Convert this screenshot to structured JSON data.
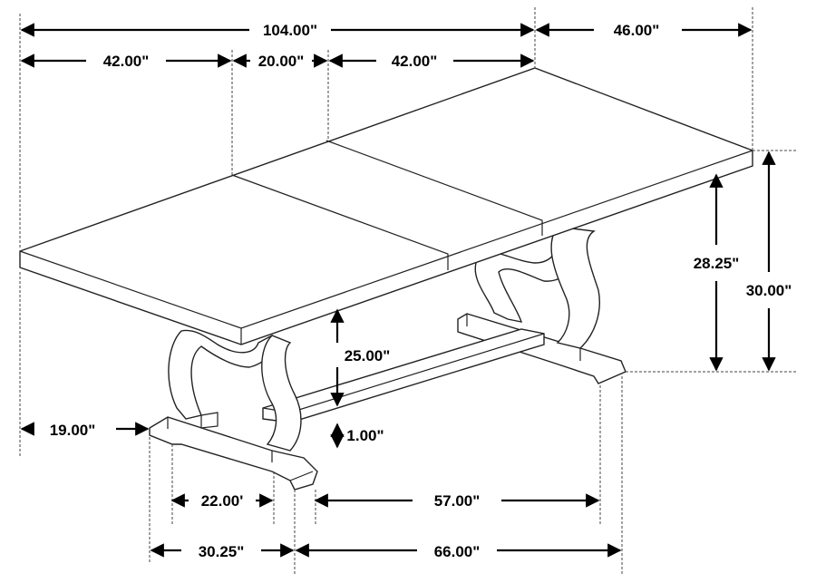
{
  "dimensions": {
    "overall_length": "104.00\"",
    "width": "46.00\"",
    "left_section": "42.00\"",
    "leaf": "20.00\"",
    "right_section": "42.00\"",
    "overall_height": "30.00\"",
    "apron_height": "28.25\"",
    "under_table_clearance": "25.00\"",
    "stretcher_height": "1.00\"",
    "overhang": "19.00\"",
    "base_inner_width": "22.00'",
    "base_inner_length": "57.00\"",
    "base_width": "30.25\"",
    "base_length": "66.00\""
  }
}
